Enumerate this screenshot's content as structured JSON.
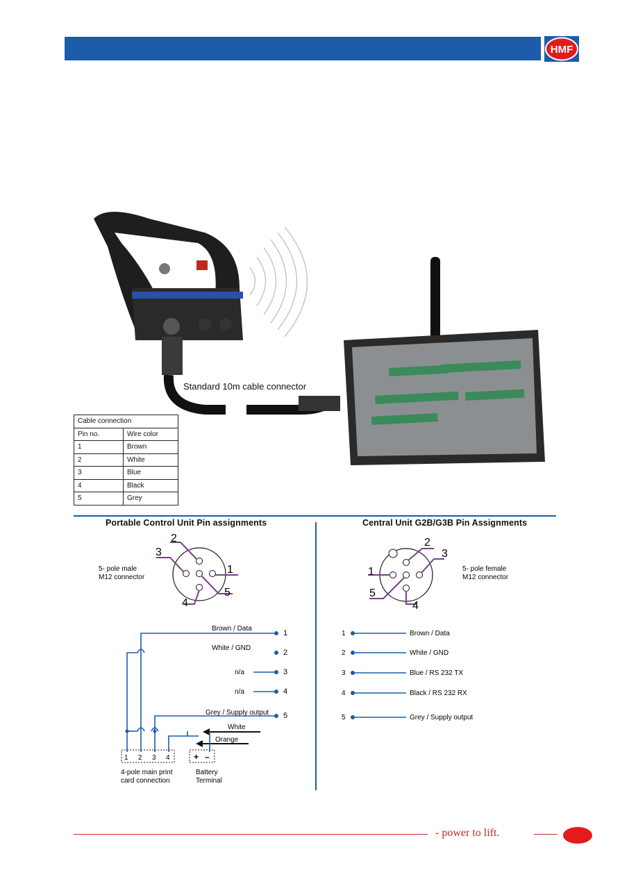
{
  "brand": {
    "logo_text": "HMF",
    "slogan": "- power to lift."
  },
  "photo": {
    "cable_label": "Standard 10m cable connector"
  },
  "cable_table": {
    "title": "Cable connection",
    "headers": [
      "Pin no.",
      "Wire color"
    ],
    "rows": [
      [
        "1",
        "Brown"
      ],
      [
        "2",
        "White"
      ],
      [
        "3",
        "Blue"
      ],
      [
        "4",
        "Black"
      ],
      [
        "5",
        "Grey"
      ]
    ]
  },
  "left": {
    "title": "Portable Control Unit Pin assignments",
    "connector_label_1": "5- pole male",
    "connector_label_2": "M12 connector",
    "pins": [
      "1",
      "2",
      "3",
      "4",
      "5"
    ],
    "wires": [
      "Brown / Data",
      "White / GND",
      "n/a",
      "n/a",
      "Grey / Supply output"
    ],
    "white_label": "White",
    "orange_label": "Orange",
    "print_card_pins": [
      "1",
      "2",
      "3",
      "4"
    ],
    "print_card_label_1": "4-pole main print",
    "print_card_label_2": "card connection",
    "battery_plus": "+",
    "battery_minus": "–",
    "battery_label_1": "Battery",
    "battery_label_2": "Terminal"
  },
  "right": {
    "title": "Central Unit G2B/G3B Pin Assignments",
    "connector_label_1": "5- pole female",
    "connector_label_2": "M12 connector",
    "pins": [
      "1",
      "2",
      "3",
      "4",
      "5"
    ],
    "wires": [
      "Brown / Data",
      "White / GND",
      "Blue / RS 232 TX",
      "Black / RS 232 RX",
      "Grey / Supply output"
    ]
  },
  "colors": {
    "header_blue": "#1d5ca8",
    "accent_red": "#c62828",
    "pin_purple": "#7a3e8c",
    "wire_blue": "#1d5ca8"
  }
}
